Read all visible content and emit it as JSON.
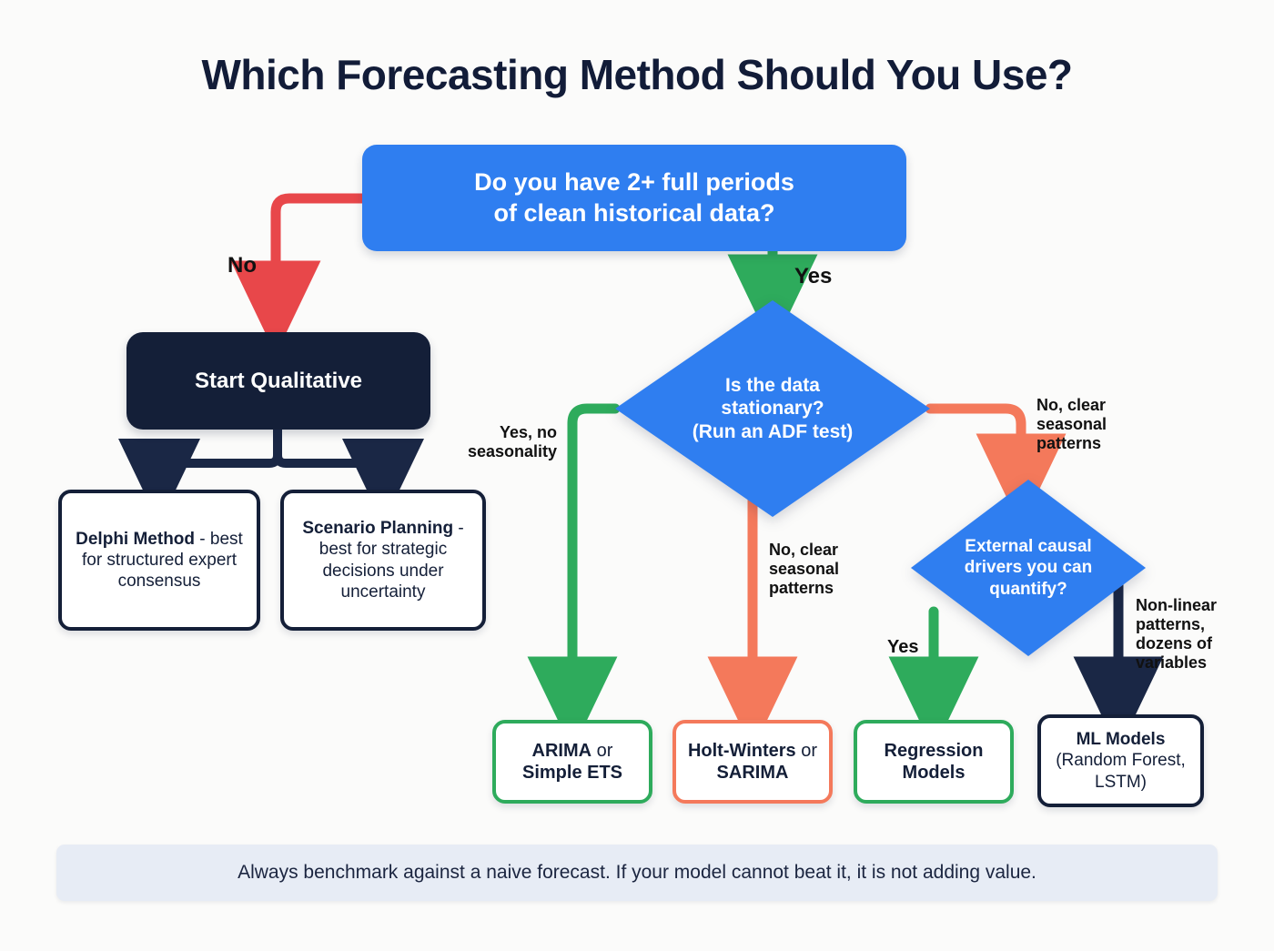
{
  "title": "Which Forecasting Method Should You Use?",
  "colors": {
    "background": "#fbfbfa",
    "blue": "#2f7ef0",
    "navy": "#141f38",
    "green": "#2eab5c",
    "orange": "#f4795b",
    "red": "#e8474a",
    "footer_bg": "#e7ecf5"
  },
  "nodes": {
    "root_question": {
      "line1": "Do you have 2+ full periods",
      "line2": "of clean historical data?"
    },
    "start_qualitative": "Start Qualitative",
    "delphi": {
      "bold": "Delphi Method",
      "rest": " - best for structured expert consensus"
    },
    "scenario": {
      "bold": "Scenario Planning",
      "rest": " - best for strategic decisions under uncertainty"
    },
    "stationary_diamond": {
      "line1": "Is the data",
      "line2": "stationary?",
      "line3": "(Run an ADF test)"
    },
    "causal_diamond": {
      "line1": "External causal",
      "line2": "drivers you can",
      "line3": "quantify?"
    },
    "arima": {
      "bold1": "ARIMA",
      "mid": " or ",
      "bold2": "Simple ETS"
    },
    "holt": {
      "bold1": "Holt-Winters",
      "mid": " or ",
      "bold2": "SARIMA"
    },
    "regression": {
      "line1": "Regression",
      "line2": "Models"
    },
    "ml_models": {
      "bold": "ML Models",
      "rest": "(Random Forest, LSTM)"
    }
  },
  "edge_labels": {
    "no_root": "No",
    "yes_root": "Yes",
    "yes_no_seasonality": "Yes, no\nseasonality",
    "no_clear_seasonal_mid": "No, clear\nseasonal\npatterns",
    "no_clear_seasonal_right": "No, clear\nseasonal\npatterns",
    "yes_causal": "Yes",
    "non_linear": "Non-linear\npatterns,\ndozens of\nvariables"
  },
  "footer": "Always benchmark against a naive forecast. If your model cannot beat it, it is not adding value."
}
